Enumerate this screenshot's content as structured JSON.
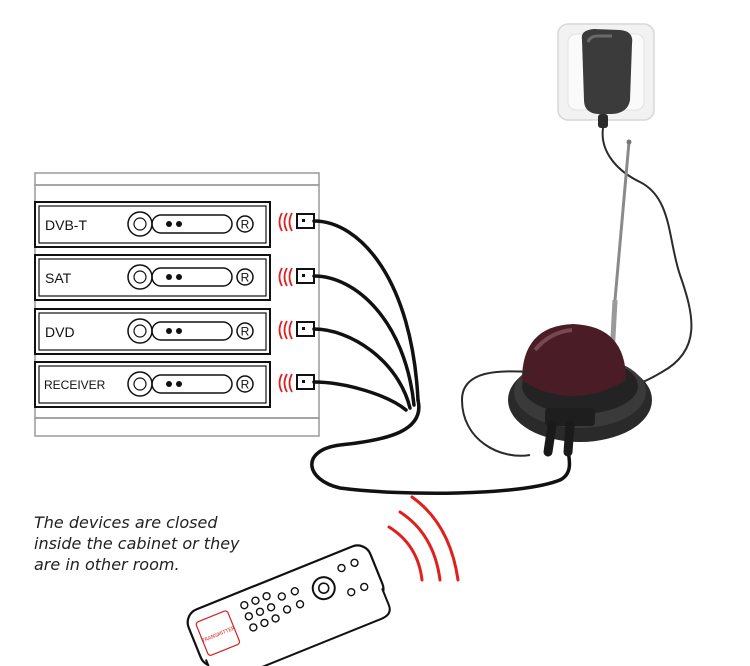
{
  "devices": [
    {
      "label": "DVB-T",
      "badge": "R"
    },
    {
      "label": "SAT",
      "badge": "R"
    },
    {
      "label": "DVD",
      "badge": "R"
    },
    {
      "label": "RECEIVER",
      "badge": "R"
    }
  ],
  "caption": {
    "line1": "The devices are closed",
    "line2": "inside the cabinet or they",
    "line3": "are in other room."
  },
  "remote": {
    "label": "TRANSMITTER"
  },
  "colors": {
    "ir_waves": "#e0201c",
    "cable": "#111111",
    "cabinet_outline": "#9a9a9a",
    "base_body": "#2a2a2a",
    "dome": "#4a1c26"
  }
}
